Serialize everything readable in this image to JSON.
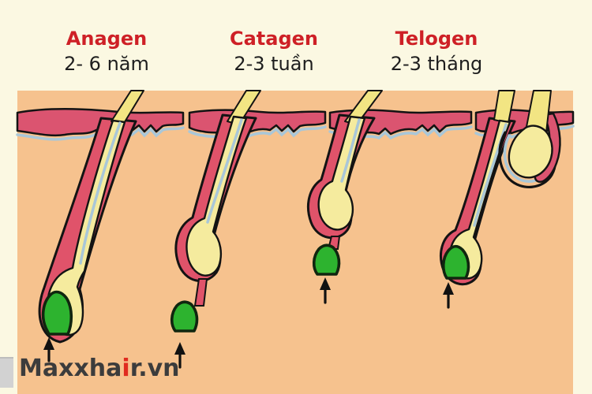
{
  "page": {
    "type": "hair-growth-cycle-diagram"
  },
  "phases": [
    {
      "name": "Anagen",
      "duration": "2- 6 năm"
    },
    {
      "name": "Catagen",
      "duration": "2-3 tuần"
    },
    {
      "name": "Telogen",
      "duration": "2-3 tháng"
    }
  ],
  "watermark": {
    "prefix": "Maxxha",
    "accent_letter": "i",
    "suffix": "r.vn"
  },
  "icons": {
    "direction_arrow": "up-arrow"
  },
  "illustration": {
    "stages": [
      "anagen follicle with deep bulb and green papilla",
      "catagen follicle with detaching green papilla",
      "telogen shortened follicle with detached papilla",
      "telogen club hair beside regrowing follicle"
    ],
    "arrow_count": 4
  },
  "colors": {
    "background_cream": "#FBF8E2",
    "dermis_peach": "#F6C28E",
    "epidermis_pink": "#DB5470",
    "sheath_red": "#E0536A",
    "hair_yellow": "#F2E583",
    "bulb_yellow": "#F5EB9E",
    "inner_sheath_blue": "#A9C7D8",
    "papilla_green": "#2DB32F",
    "outline_black": "#131313",
    "phase_name_red": "#CE2026",
    "duration_text": "#1E1E1E",
    "watermark_gray": "#3C3C3C",
    "watermark_accent_red": "#E02B20"
  }
}
